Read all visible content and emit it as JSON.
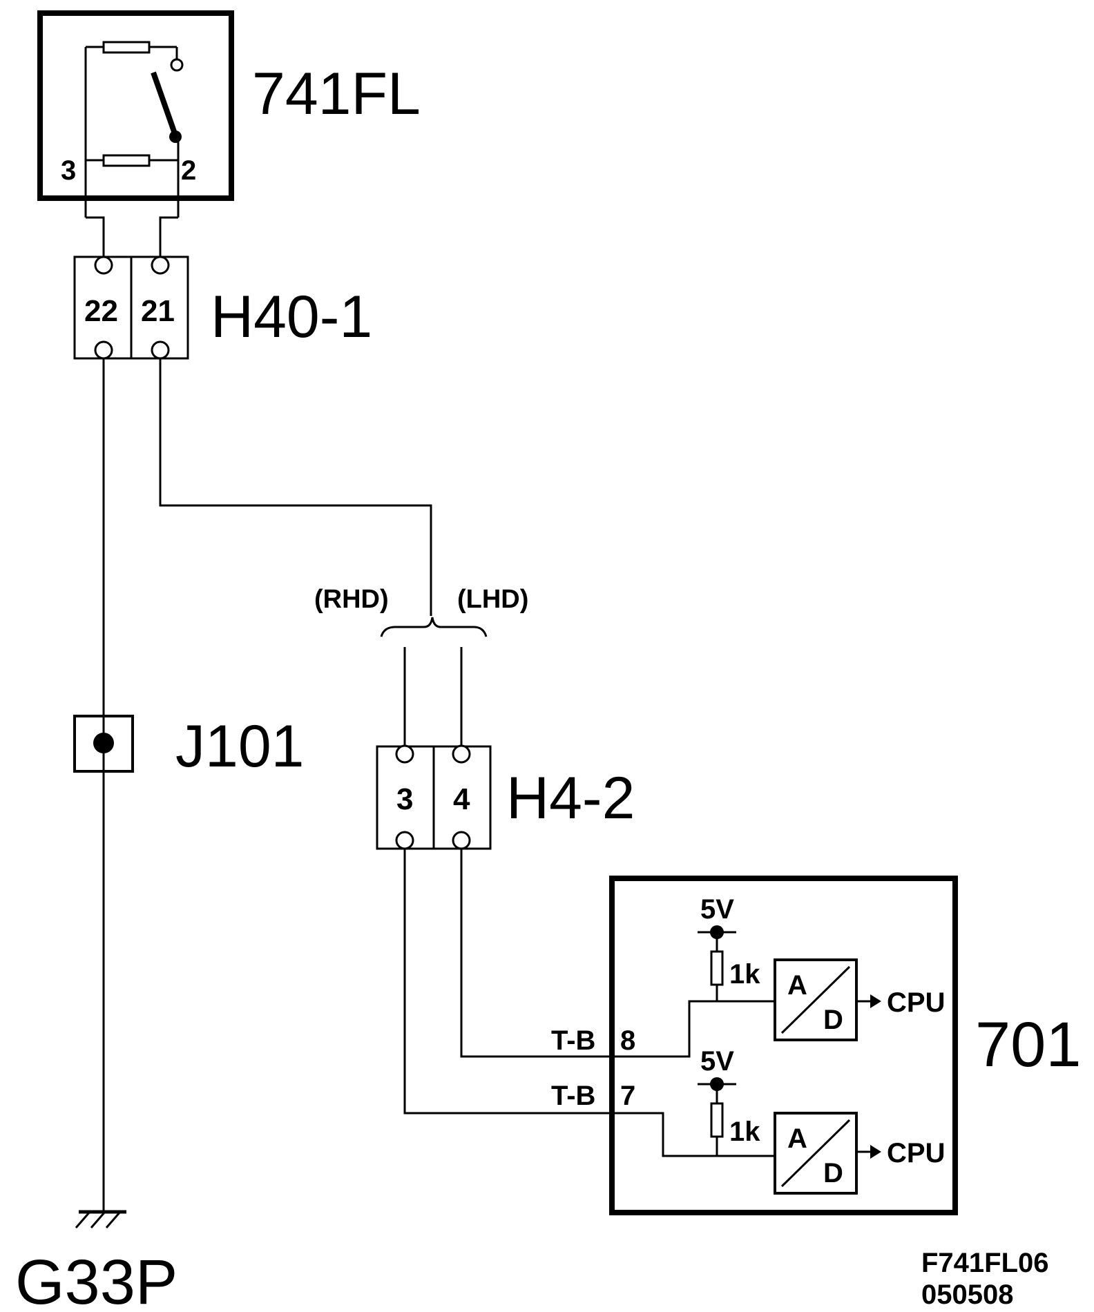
{
  "components": {
    "switch": {
      "id": "741FL",
      "pin_left": "3",
      "pin_right": "2"
    },
    "connector_h40": {
      "id": "H40-1",
      "pins": [
        "22",
        "21"
      ]
    },
    "junction": {
      "id": "J101"
    },
    "ground": {
      "id": "G33P"
    },
    "connector_h4": {
      "id": "H4-2",
      "pins": [
        "3",
        "4"
      ]
    },
    "ecu": {
      "id": "701",
      "channels": [
        {
          "supply": "5V",
          "resistor": "1k",
          "adc_top": "A",
          "adc_bottom": "D",
          "output": "CPU",
          "harness": "T-B",
          "pin": "8"
        },
        {
          "supply": "5V",
          "resistor": "1k",
          "adc_top": "A",
          "adc_bottom": "D",
          "output": "CPU",
          "harness": "T-B",
          "pin": "7"
        }
      ]
    }
  },
  "branch": {
    "left": "(RHD)",
    "right": "(LHD)"
  },
  "drawing_code": {
    "line1": "F741FL06",
    "line2": "050508"
  }
}
